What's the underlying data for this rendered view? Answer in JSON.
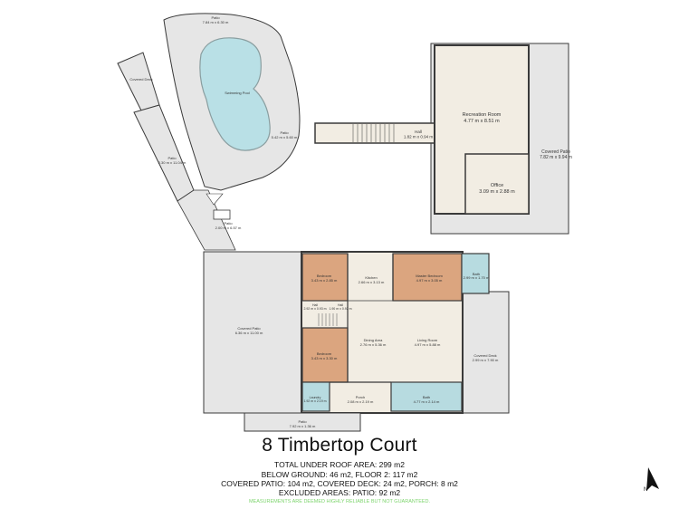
{
  "title": "8 Timbertop Court",
  "total_under_roof": "TOTAL UNDER ROOF AREA: 299 m2",
  "area_line_1": "BELOW GROUND: 46 m2, FLOOR 2: 117 m2",
  "area_line_2": "COVERED PATIO: 104 m2, COVERED DECK: 24 m2, PORCH: 8 m2",
  "area_line_3": "EXCLUDED AREAS: PATIO: 92 m2",
  "disclaimer": "MEASUREMENTS ARE DEEMED HIGHLY RELIABLE BUT NOT GUARANTEED.",
  "compass_label": "N",
  "colors": {
    "wall": "#3a3a3a",
    "outdoor": "#e6e6e6",
    "floor": "#f2ede3",
    "bedroom": "#dba57f",
    "wet_area": "#b7dbe0",
    "pool": "#b9e0e6",
    "disclaimer": "#7cd46c"
  },
  "rooms": {
    "patio_top": {
      "name": "Patio",
      "dims": "7.84 m x 6.30 m"
    },
    "swimming_pool": {
      "name": "Swimming Pool",
      "dims": ""
    },
    "patio_right": {
      "name": "Patio",
      "dims": "5.42 m x 5.60 m"
    },
    "covered_deck_left": {
      "name": "Covered Deck",
      "dims": ""
    },
    "patio_walkway": {
      "name": "Patio",
      "dims": "2.30 m x 11.04 m"
    },
    "patio_stair": {
      "name": "Patio",
      "dims": "2.00 m x 6.57 m"
    },
    "hall_upper": {
      "name": "Hall",
      "dims": "1.82 m x 0.94 m"
    },
    "recreation_room": {
      "name": "Recreation Room",
      "dims": "4.77 m x 8.51 m"
    },
    "office": {
      "name": "Office",
      "dims": "3.09 m x 2.88 m"
    },
    "covered_patio_upper": {
      "name": "Covered Patio",
      "dims": "7.82 m x 9.94 m"
    },
    "covered_patio_lower": {
      "name": "Covered Patio",
      "dims": "6.36 m x 11.00 m"
    },
    "bedroom_1": {
      "name": "Bedroom",
      "dims": "3.43 m x 2.85 m"
    },
    "kitchen": {
      "name": "Kitchen",
      "dims": "2.66 m x 3.13 m"
    },
    "master_bedroom": {
      "name": "Master Bedroom",
      "dims": "4.97 m x 3.05 m"
    },
    "bath_1": {
      "name": "Bath",
      "dims": "2.99 m x 1.70 m"
    },
    "hall_1": {
      "name": "Hall",
      "dims": "2.92 m x 0.93 m"
    },
    "hall_2": {
      "name": "Hall",
      "dims": "1.90 m x 0.92 m"
    },
    "dining_area": {
      "name": "Dining Area",
      "dims": "2.76 m x 5.36 m"
    },
    "living_room": {
      "name": "Living Room",
      "dims": "4.97 m x 5.88 m"
    },
    "bedroom_2": {
      "name": "Bedroom",
      "dims": "3.43 m x 3.30 m"
    },
    "covered_deck_right": {
      "name": "Covered Deck",
      "dims": "2.99 m x 7.90 m"
    },
    "laundry": {
      "name": "Laundry",
      "dims": "1.92 m x 2.19 m"
    },
    "porch": {
      "name": "Porch",
      "dims": "2.08 m x 2.19 m"
    },
    "bath_2": {
      "name": "Bath",
      "dims": "4.77 m x 2.14 m"
    },
    "patio_bottom": {
      "name": "Patio",
      "dims": "7.92 m x 1.36 m"
    }
  }
}
